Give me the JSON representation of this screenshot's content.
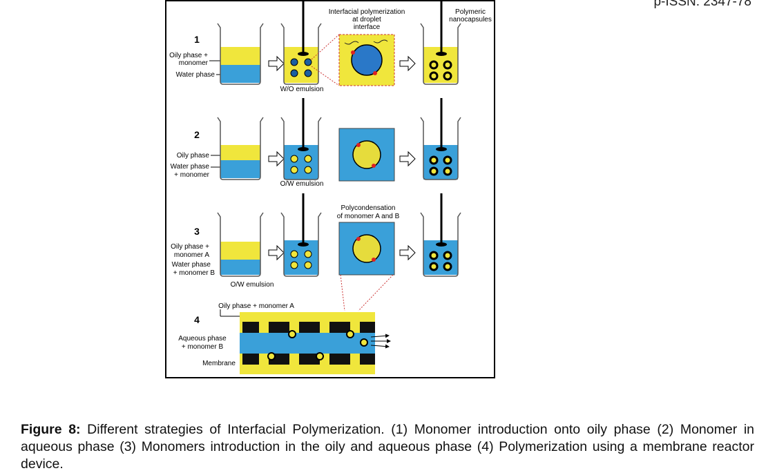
{
  "header": {
    "issn": "p-ISSN: 2347-78"
  },
  "figure": {
    "top_labels": {
      "interfacial": [
        "Interfacial polymerization",
        "at droplet",
        "interface"
      ],
      "nanocapsules": [
        "Polymeric",
        "nanocapsules"
      ]
    },
    "rows": [
      {
        "number": "1",
        "labels": [
          [
            "Oily phase +",
            "monomer"
          ],
          [
            "Water phase"
          ]
        ],
        "emulsion": "W/O emulsion"
      },
      {
        "number": "2",
        "labels": [
          [
            "Oily phase"
          ],
          [
            "Water phase",
            "+ monomer"
          ]
        ],
        "emulsion": "O/W emulsion"
      },
      {
        "number": "3",
        "labels": [
          [
            "Oily phase +",
            "monomer A"
          ],
          [
            "Water phase",
            "+ monomer B"
          ]
        ],
        "emulsion": "O/W emulsion",
        "extra": [
          "Polycondensation",
          "of monomer A and B"
        ]
      },
      {
        "number": "4",
        "labels": [
          [
            "Oily phase + monomer A"
          ],
          [
            "Aqueous phase",
            "+ monomer B"
          ],
          [
            "Membrane"
          ]
        ]
      }
    ],
    "colors": {
      "oil": "#f0e63c",
      "water": "#3aa0d9",
      "membrane": "#111111"
    }
  },
  "caption": {
    "lead": "Figure 8:",
    "text": " Different strategies of Interfacial Polymerization. (1) Monomer introduction onto oily phase (2) Monomer in aqueous phase (3) Monomers introduction in the oily and aqueous phase (4) Polymerization using a membrane reactor device."
  }
}
